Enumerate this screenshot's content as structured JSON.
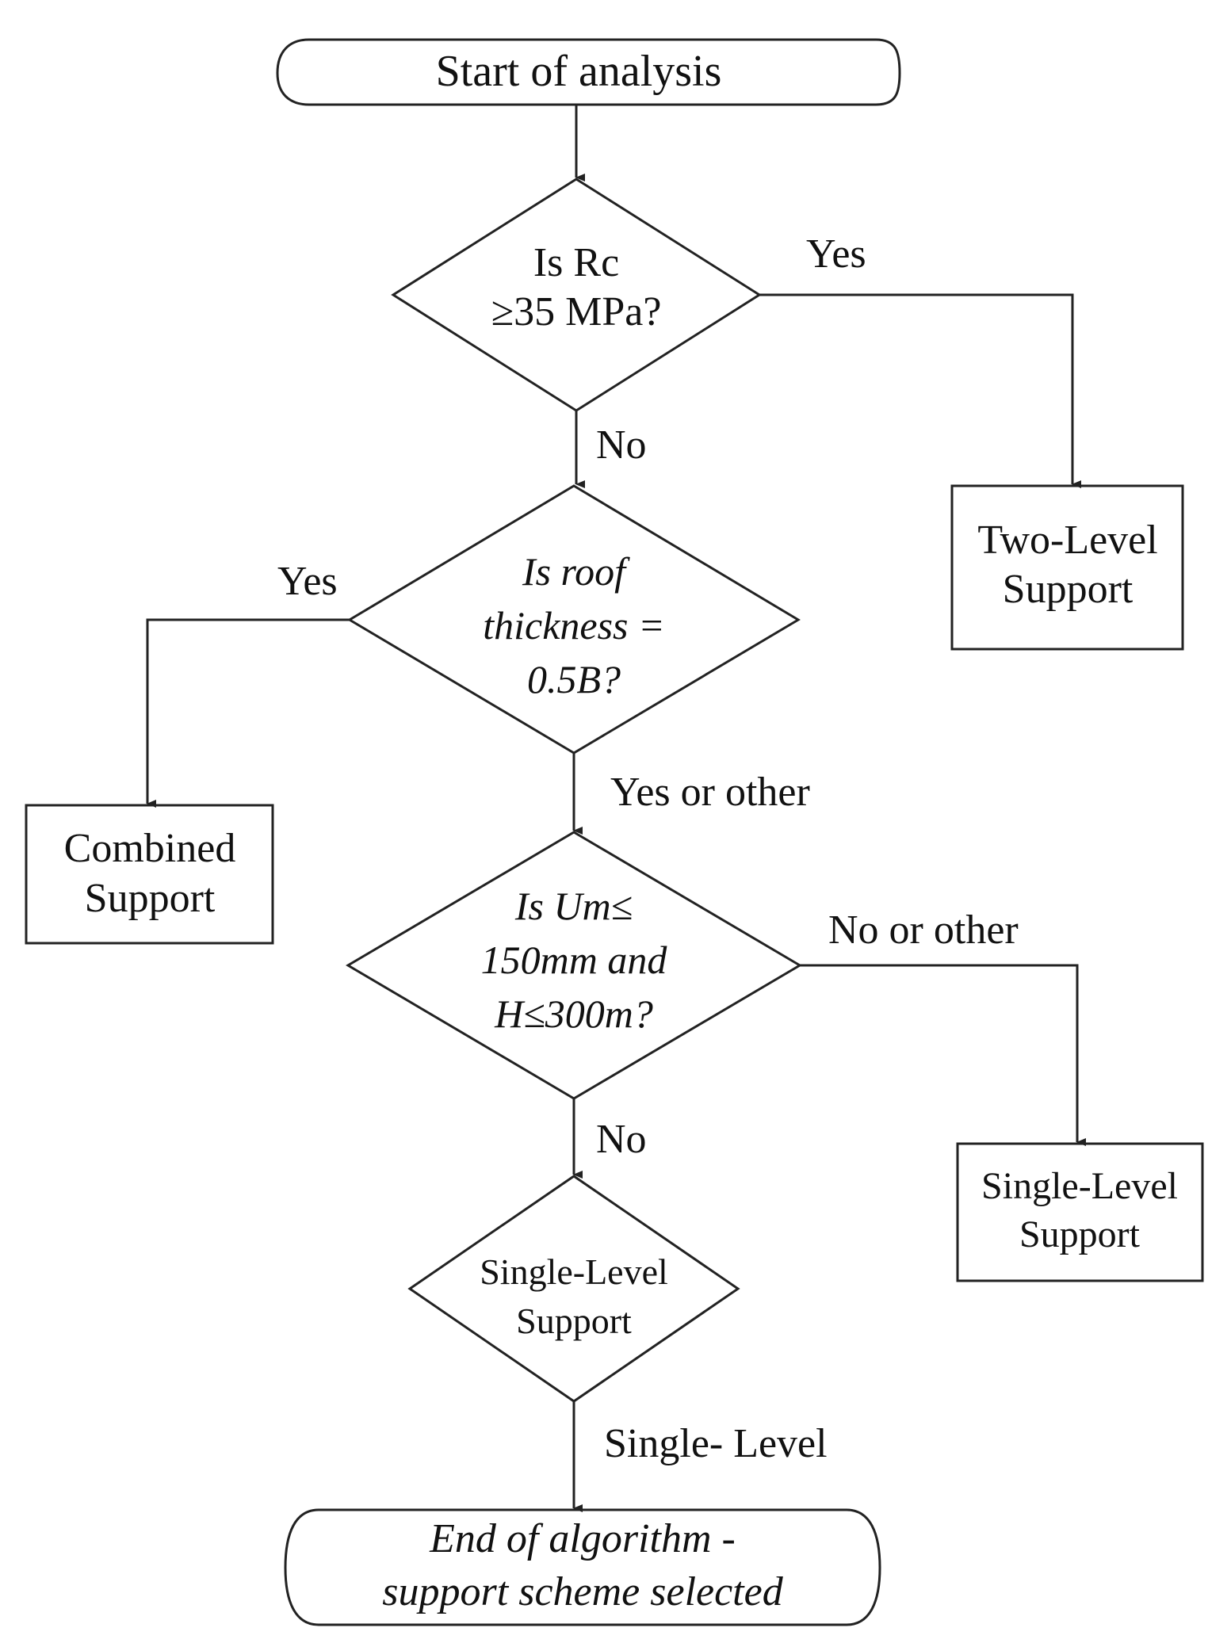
{
  "nodes": {
    "start": {
      "lines": [
        "Start of analysis"
      ]
    },
    "decision_rc": {
      "lines": [
        "Is Rc",
        "≥35 MPa?"
      ]
    },
    "two_level": {
      "lines": [
        "Two-Level",
        "Support"
      ]
    },
    "decision_roof": {
      "lines": [
        "Is roof",
        "thickness =",
        "0.5B?"
      ]
    },
    "combined": {
      "lines": [
        "Combined",
        "Support"
      ]
    },
    "decision_um": {
      "lines": [
        "Is Um≤",
        "150mm and",
        "H≤300m?"
      ]
    },
    "single_right": {
      "lines": [
        "Single-Level",
        "Support"
      ]
    },
    "single_diamond": {
      "lines": [
        "Single-Level",
        "Support"
      ]
    },
    "end": {
      "lines": [
        "End of algorithm -",
        "support scheme selected"
      ]
    }
  },
  "edges": {
    "rc_yes": "Yes",
    "rc_no": "No",
    "roof_yes": "Yes",
    "roof_yes_or_other": "Yes or other",
    "um_no_or_other": "No or other",
    "um_no": "No",
    "single_level": "Single- Level"
  }
}
